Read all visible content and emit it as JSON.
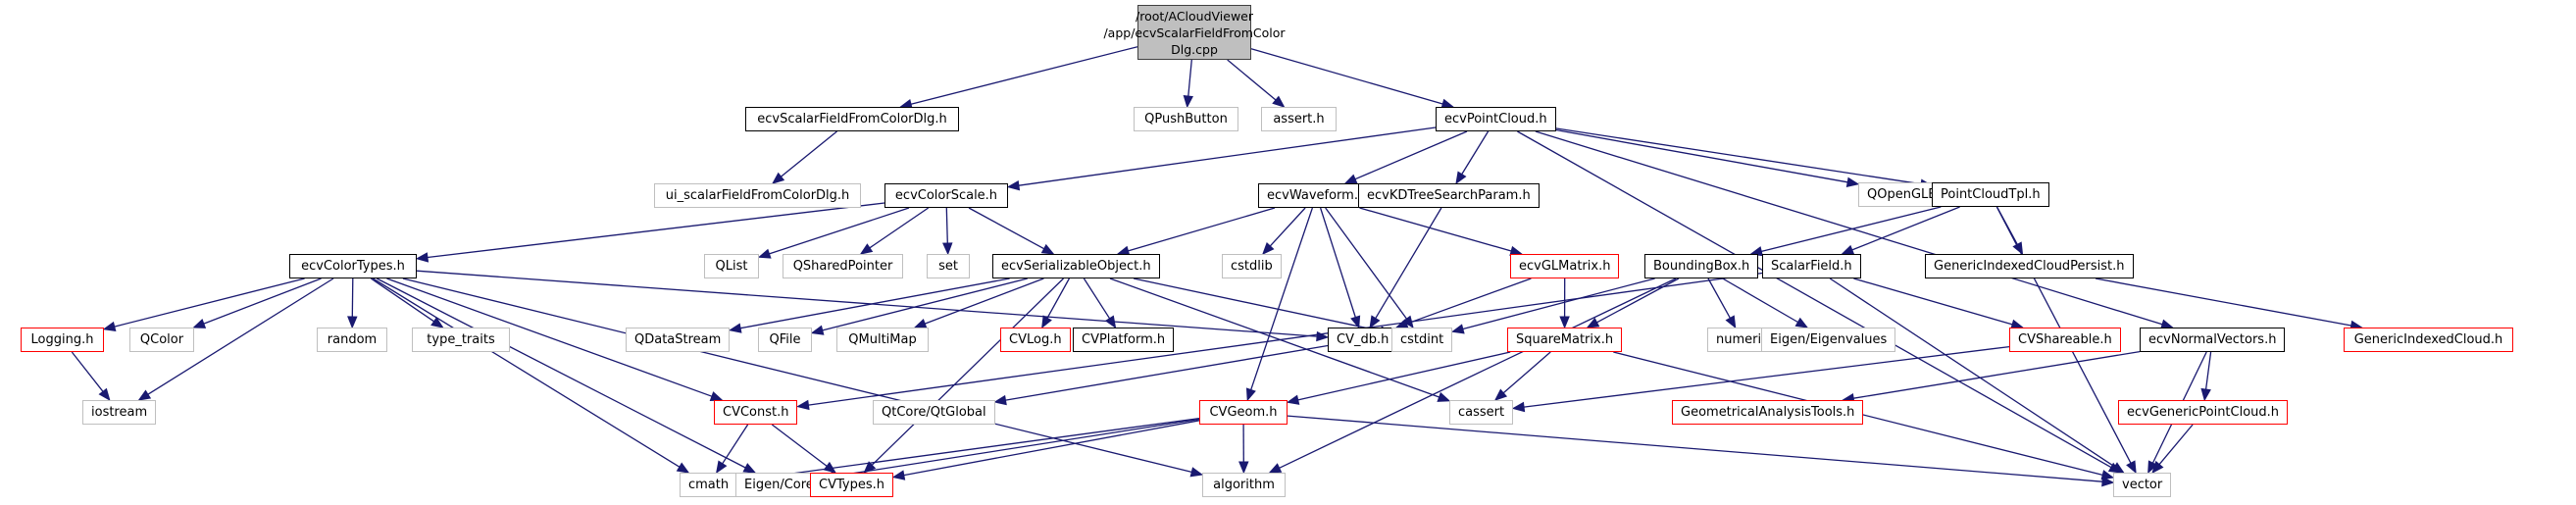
{
  "diagram": {
    "title": "Include dependency graph for ecvScalarFieldFromColorDlg.cpp",
    "colors": {
      "edge": "#191970",
      "root_fill": "#bfbfbf",
      "undocumented_border": "#ff0000",
      "external_border": "#bfbfbf",
      "documented_border": "#000000"
    },
    "nodes": [
      {
        "id": "root",
        "label": "/root/ACloudViewer\n/app/ecvScalarFieldFromColor\nDlg.cpp",
        "kind": "root"
      },
      {
        "id": "dlgh",
        "label": "ecvScalarFieldFromColorDlg.h",
        "kind": "internal"
      },
      {
        "id": "qpushbutton",
        "label": "QPushButton",
        "kind": "external"
      },
      {
        "id": "asserth",
        "label": "assert.h",
        "kind": "external"
      },
      {
        "id": "pointcloud",
        "label": "ecvPointCloud.h",
        "kind": "internal"
      },
      {
        "id": "uidlg",
        "label": "ui_scalarFieldFromColorDlg.h",
        "kind": "external"
      },
      {
        "id": "colorscale",
        "label": "ecvColorScale.h",
        "kind": "internal"
      },
      {
        "id": "waveform",
        "label": "ecvWaveform.h",
        "kind": "internal"
      },
      {
        "id": "kdtree",
        "label": "ecvKDTreeSearchParam.h",
        "kind": "internal"
      },
      {
        "id": "qopengl",
        "label": "QOpenGLBuffer",
        "kind": "external"
      },
      {
        "id": "pctpl",
        "label": "PointCloudTpl.h",
        "kind": "internal"
      },
      {
        "id": "colortypes",
        "label": "ecvColorTypes.h",
        "kind": "internal"
      },
      {
        "id": "qlist",
        "label": "QList",
        "kind": "external"
      },
      {
        "id": "qshared",
        "label": "QSharedPointer",
        "kind": "external"
      },
      {
        "id": "set",
        "label": "set",
        "kind": "external"
      },
      {
        "id": "serial",
        "label": "ecvSerializableObject.h",
        "kind": "internal"
      },
      {
        "id": "cstdlib",
        "label": "cstdlib",
        "kind": "external"
      },
      {
        "id": "glmatrix",
        "label": "ecvGLMatrix.h",
        "kind": "undoc"
      },
      {
        "id": "bbox",
        "label": "BoundingBox.h",
        "kind": "internal"
      },
      {
        "id": "scalarfield",
        "label": "ScalarField.h",
        "kind": "internal"
      },
      {
        "id": "gicpersist",
        "label": "GenericIndexedCloudPersist.h",
        "kind": "internal"
      },
      {
        "id": "logging",
        "label": "Logging.h",
        "kind": "undoc"
      },
      {
        "id": "qcolor",
        "label": "QColor",
        "kind": "external"
      },
      {
        "id": "random",
        "label": "random",
        "kind": "external"
      },
      {
        "id": "typetraits",
        "label": "type_traits",
        "kind": "external"
      },
      {
        "id": "qdatastream",
        "label": "QDataStream",
        "kind": "external"
      },
      {
        "id": "qfile",
        "label": "QFile",
        "kind": "external"
      },
      {
        "id": "qmultimap",
        "label": "QMultiMap",
        "kind": "external"
      },
      {
        "id": "cvlog",
        "label": "CVLog.h",
        "kind": "undoc"
      },
      {
        "id": "cvplatform",
        "label": "CVPlatform.h",
        "kind": "internal"
      },
      {
        "id": "cvdb",
        "label": "CV_db.h",
        "kind": "internal"
      },
      {
        "id": "cstdint",
        "label": "cstdint",
        "kind": "external"
      },
      {
        "id": "squarematrix",
        "label": "SquareMatrix.h",
        "kind": "undoc"
      },
      {
        "id": "numeric",
        "label": "numeric",
        "kind": "external"
      },
      {
        "id": "eigenvalues",
        "label": "Eigen/Eigenvalues",
        "kind": "external"
      },
      {
        "id": "cvshareable",
        "label": "CVShareable.h",
        "kind": "undoc"
      },
      {
        "id": "normalvectors",
        "label": "ecvNormalVectors.h",
        "kind": "internal"
      },
      {
        "id": "gic",
        "label": "GenericIndexedCloud.h",
        "kind": "undoc"
      },
      {
        "id": "iostream",
        "label": "iostream",
        "kind": "external"
      },
      {
        "id": "cvconst",
        "label": "CVConst.h",
        "kind": "undoc"
      },
      {
        "id": "qtglobal",
        "label": "QtCore/QtGlobal",
        "kind": "external"
      },
      {
        "id": "cvgeom",
        "label": "CVGeom.h",
        "kind": "undoc"
      },
      {
        "id": "cassert",
        "label": "cassert",
        "kind": "external"
      },
      {
        "id": "geomtools",
        "label": "GeometricalAnalysisTools.h",
        "kind": "undoc"
      },
      {
        "id": "genericpc",
        "label": "ecvGenericPointCloud.h",
        "kind": "undoc"
      },
      {
        "id": "cmath",
        "label": "cmath",
        "kind": "external"
      },
      {
        "id": "eigencore",
        "label": "Eigen/Core",
        "kind": "external"
      },
      {
        "id": "cvtypes",
        "label": "CVTypes.h",
        "kind": "undoc"
      },
      {
        "id": "algorithm",
        "label": "algorithm",
        "kind": "external"
      },
      {
        "id": "vector",
        "label": "vector",
        "kind": "external"
      }
    ],
    "edges": [
      [
        "root",
        "dlgh"
      ],
      [
        "root",
        "qpushbutton"
      ],
      [
        "root",
        "asserth"
      ],
      [
        "root",
        "pointcloud"
      ],
      [
        "dlgh",
        "uidlg"
      ],
      [
        "pointcloud",
        "colorscale"
      ],
      [
        "pointcloud",
        "waveform"
      ],
      [
        "pointcloud",
        "kdtree"
      ],
      [
        "pointcloud",
        "qopengl"
      ],
      [
        "pointcloud",
        "pctpl"
      ],
      [
        "pointcloud",
        "normalvectors"
      ],
      [
        "pointcloud",
        "vector"
      ],
      [
        "colorscale",
        "colortypes"
      ],
      [
        "colorscale",
        "qlist"
      ],
      [
        "colorscale",
        "qshared"
      ],
      [
        "colorscale",
        "set"
      ],
      [
        "colorscale",
        "serial"
      ],
      [
        "waveform",
        "serial"
      ],
      [
        "waveform",
        "cstdlib"
      ],
      [
        "waveform",
        "glmatrix"
      ],
      [
        "waveform",
        "cvdb"
      ],
      [
        "waveform",
        "cstdint"
      ],
      [
        "waveform",
        "cvgeom"
      ],
      [
        "kdtree",
        "cvdb"
      ],
      [
        "pctpl",
        "bbox"
      ],
      [
        "pctpl",
        "scalarfield"
      ],
      [
        "pctpl",
        "gicpersist"
      ],
      [
        "pctpl",
        "vector"
      ],
      [
        "colortypes",
        "logging"
      ],
      [
        "colortypes",
        "qcolor"
      ],
      [
        "colortypes",
        "random"
      ],
      [
        "colortypes",
        "typetraits"
      ],
      [
        "colortypes",
        "iostream"
      ],
      [
        "colortypes",
        "cvconst"
      ],
      [
        "colortypes",
        "cvdb"
      ],
      [
        "colortypes",
        "eigencore"
      ],
      [
        "colortypes",
        "cmath"
      ],
      [
        "colortypes",
        "algorithm"
      ],
      [
        "logging",
        "iostream"
      ],
      [
        "serial",
        "qdatastream"
      ],
      [
        "serial",
        "qfile"
      ],
      [
        "serial",
        "qmultimap"
      ],
      [
        "serial",
        "cvlog"
      ],
      [
        "serial",
        "cvplatform"
      ],
      [
        "serial",
        "cstdint"
      ],
      [
        "serial",
        "cvtypes"
      ],
      [
        "serial",
        "cassert"
      ],
      [
        "glmatrix",
        "cvdb"
      ],
      [
        "glmatrix",
        "squarematrix"
      ],
      [
        "bbox",
        "cstdint"
      ],
      [
        "bbox",
        "squarematrix"
      ],
      [
        "bbox",
        "numeric"
      ],
      [
        "bbox",
        "eigenvalues"
      ],
      [
        "bbox",
        "algorithm"
      ],
      [
        "scalarfield",
        "cvshareable"
      ],
      [
        "scalarfield",
        "cvconst"
      ],
      [
        "scalarfield",
        "vector"
      ],
      [
        "gicpersist",
        "gic"
      ],
      [
        "cvdb",
        "qtglobal"
      ],
      [
        "squarematrix",
        "cvgeom"
      ],
      [
        "squarematrix",
        "cassert"
      ],
      [
        "squarematrix",
        "vector"
      ],
      [
        "cvshareable",
        "cassert"
      ],
      [
        "normalvectors",
        "geomtools"
      ],
      [
        "normalvectors",
        "genericpc"
      ],
      [
        "normalvectors",
        "vector"
      ],
      [
        "genericpc",
        "vector"
      ],
      [
        "cvconst",
        "cmath"
      ],
      [
        "cvconst",
        "cvtypes"
      ],
      [
        "cvgeom",
        "cmath"
      ],
      [
        "cvgeom",
        "eigencore"
      ],
      [
        "cvgeom",
        "cvtypes"
      ],
      [
        "cvgeom",
        "algorithm"
      ],
      [
        "cvgeom",
        "vector"
      ]
    ]
  }
}
